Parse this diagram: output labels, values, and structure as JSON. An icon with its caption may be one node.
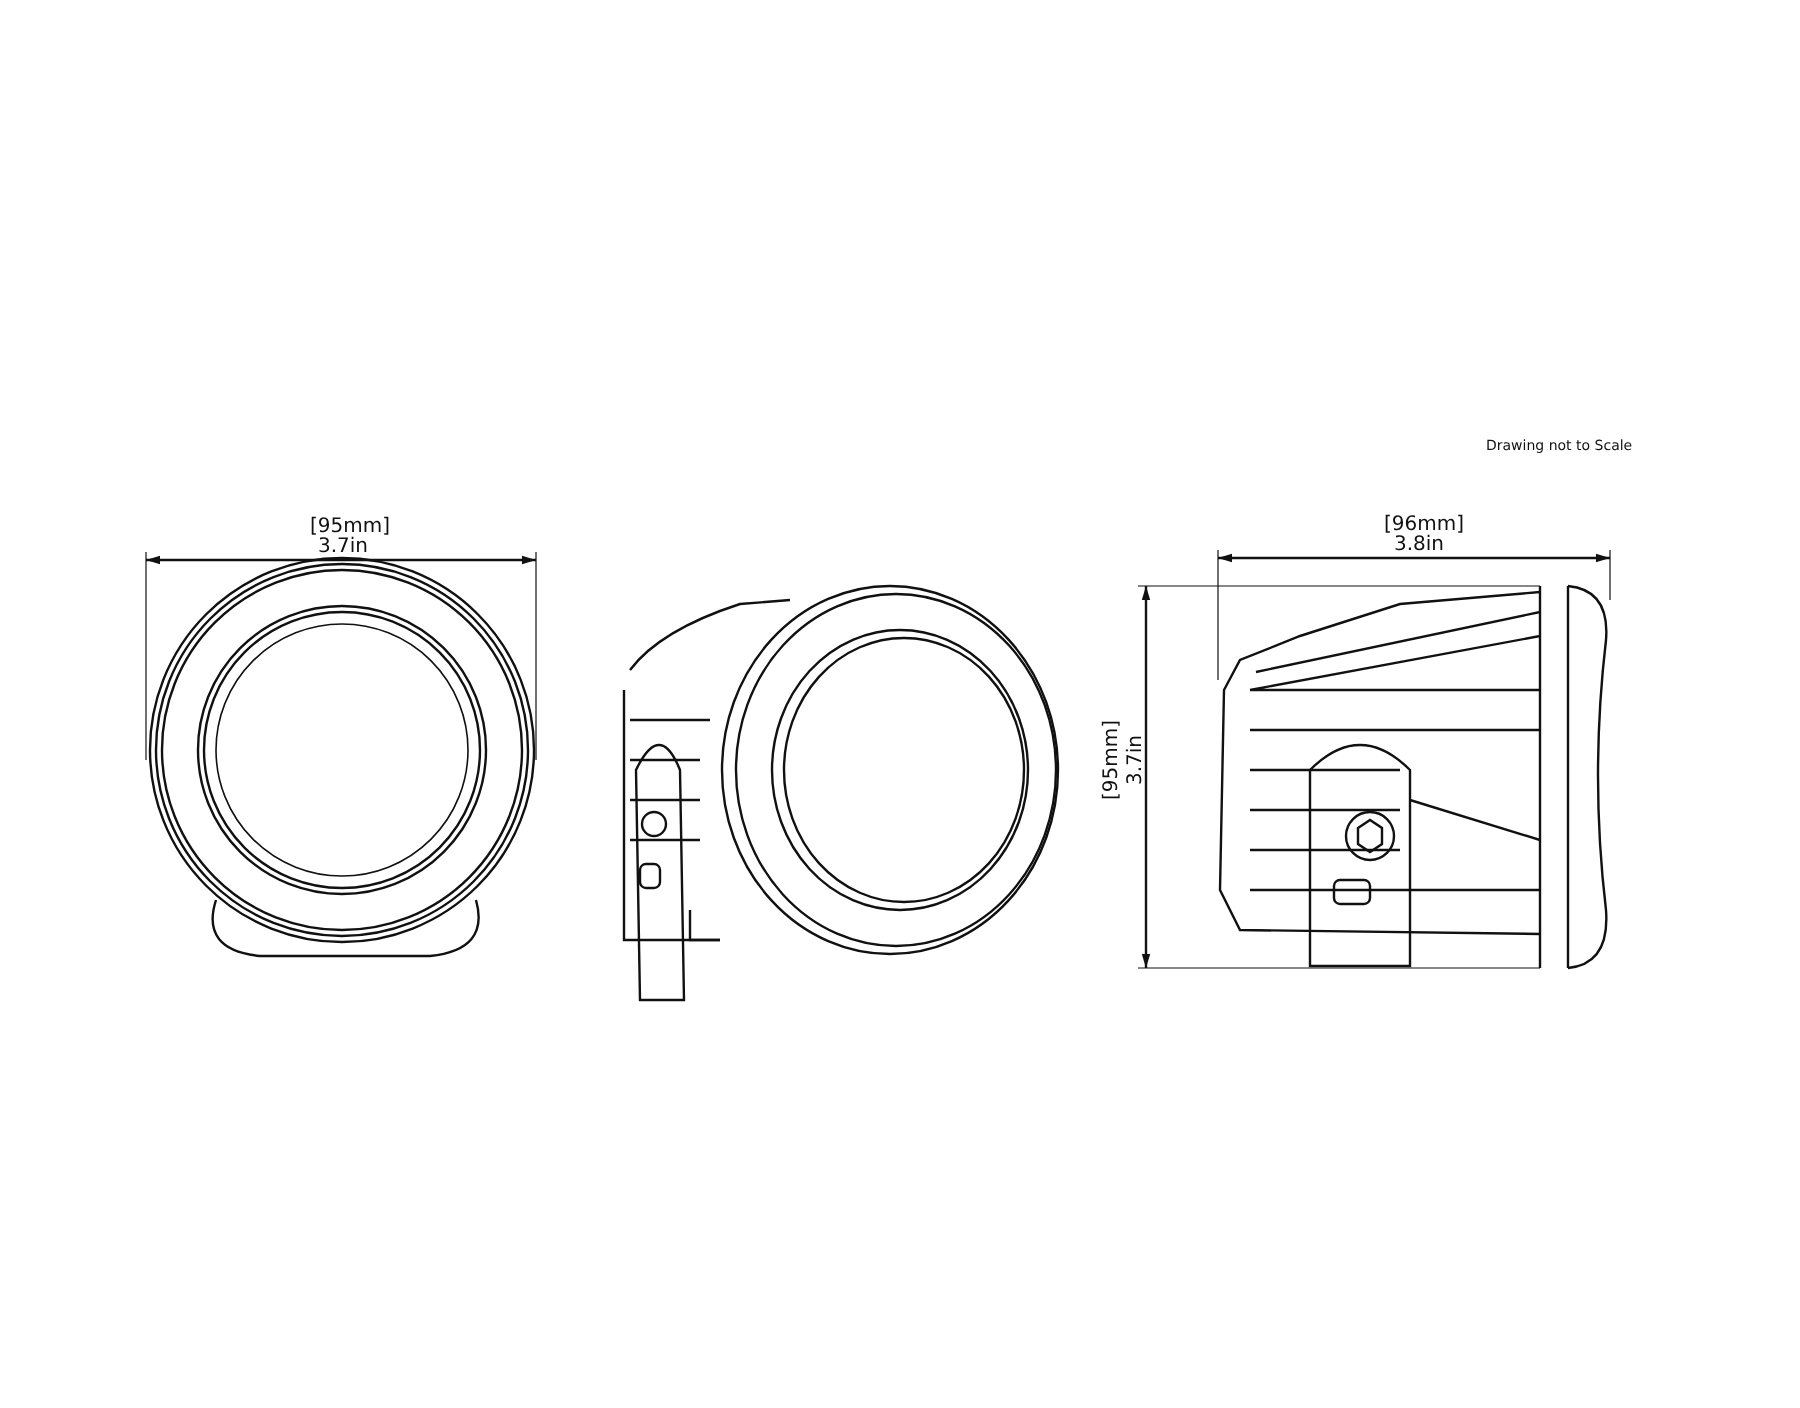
{
  "diagram": {
    "labels": [
      "Drawing not to Scale",
      "[95mm]",
      "3.7in",
      "[96mm]",
      "3.8in",
      "[95mm]",
      "3.7in"
    ]
  }
}
